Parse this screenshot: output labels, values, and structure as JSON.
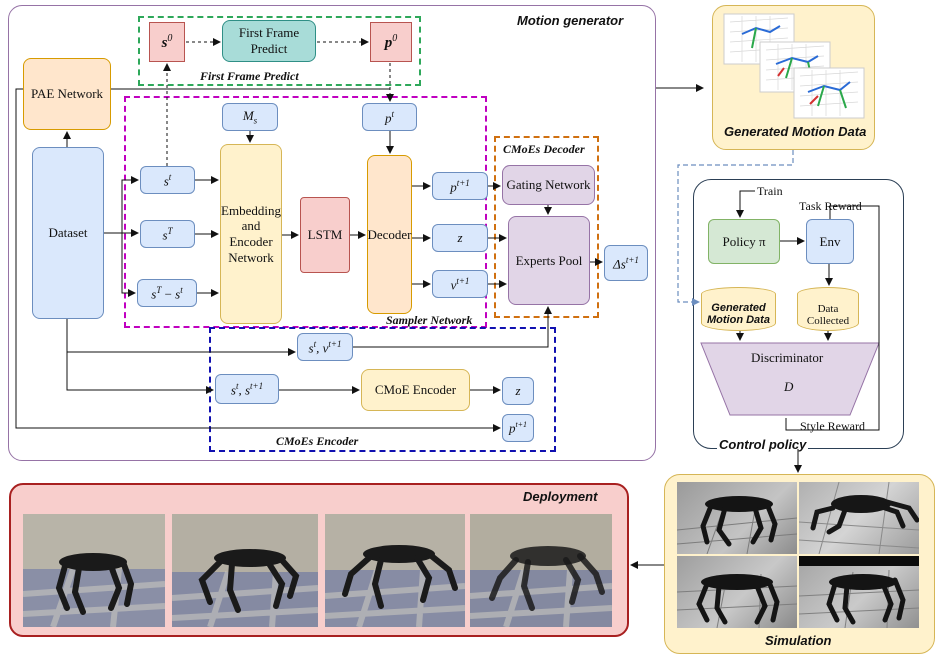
{
  "motion_generator": {
    "title": "Motion generator",
    "first_frame": {
      "title": "First Frame Predict",
      "s0": "s",
      "s0_sup": "0",
      "predict_box": "First Frame Predict",
      "p0": "p",
      "p0_sup": "0"
    },
    "pae_network": "PAE Network",
    "dataset": "Dataset",
    "sampler": {
      "title": "Sampler Network",
      "ms": "M",
      "ms_sub": "s",
      "pt": "p",
      "pt_sup": "t",
      "st": "s",
      "st_sup": "t",
      "sT": "s",
      "sT_sup": "T",
      "sTminus_a": "s",
      "sTminus_a_sup": "T",
      "sTminus_mid": " − ",
      "sTminus_b": "s",
      "sTminus_b_sup": "t",
      "encoder": "Embedding and Encoder Network",
      "lstm": "LSTM",
      "decoder": "Decoder",
      "pt1": "p",
      "pt1_sup": "t+1",
      "z": "z",
      "vt1": "v",
      "vt1_sup": "t+1"
    },
    "cmoes_decoder": {
      "title": "CMoEs Decoder",
      "gating": "Gating Network",
      "experts": "Experts Pool"
    },
    "delta_s": "Δs",
    "delta_s_sup": "t+1",
    "cmoes_encoder": {
      "title": "CMoEs Encoder",
      "stvt1_a": "s",
      "stvt1_a_sup": "t",
      "stvt1_b": ", v",
      "stvt1_b_sup": "t+1",
      "stst1_a": "s",
      "stst1_a_sup": "t",
      "stst1_b": ", s",
      "stst1_b_sup": "t+1",
      "encoder": "CMoE Encoder",
      "z": "z",
      "pt1": "p",
      "pt1_sup": "t+1"
    }
  },
  "generated_motion": {
    "title": "Generated Motion Data"
  },
  "control_policy": {
    "title": "Control policy",
    "train": "Train",
    "task_reward": "Task Reward",
    "policy": "Policy π",
    "env": "Env",
    "gen_data": "Generated Motion Data",
    "data_collected": "Data Collected",
    "discriminator": "Discriminator",
    "d_symbol": "D",
    "style_reward": "Style Reward"
  },
  "deployment": {
    "title": "Deployment"
  },
  "simulation": {
    "title": "Simulation"
  },
  "colors": {
    "motion_border": "#9673a6",
    "first_frame_border": "#2ea85a",
    "sampler_border": "#c000c0",
    "decoder_border": "#d07010",
    "encoder_border": "#1010b0",
    "deploy_bg": "#f8cecc",
    "deploy_border": "#a82020",
    "policy_border": "#2b3f55",
    "yellow_panel": "#fff2cc"
  }
}
